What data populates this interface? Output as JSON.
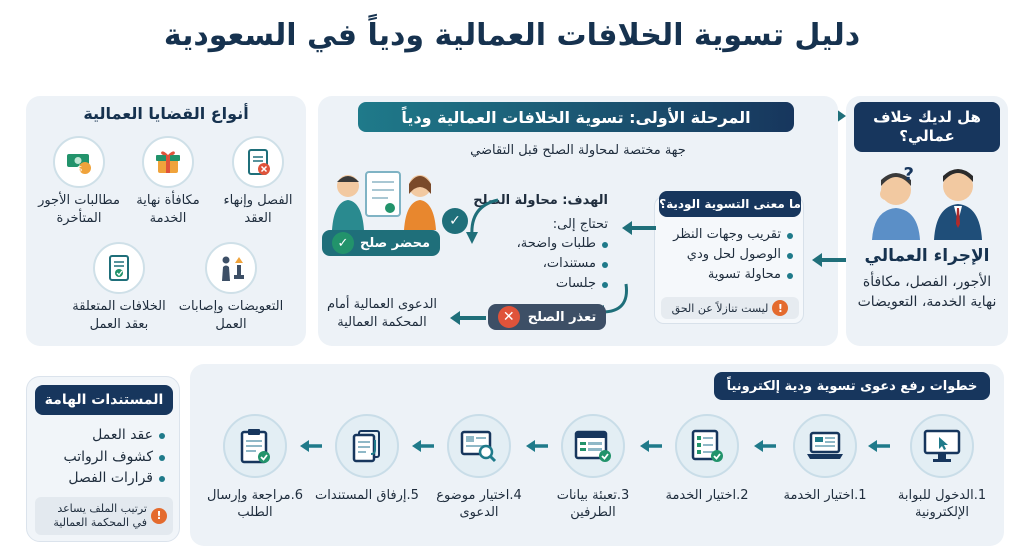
{
  "title": "دليل تسوية الخلافات العمالية ودياً في السعودية",
  "right_panel": {
    "question": "هل لديك خلاف عمالي؟",
    "procedure_title": "الإجراء العمالي",
    "procedure_items": "الأجور، الفصل، مكافأة نهاية الخدمة، التعويضات"
  },
  "middle_panel": {
    "stage_title": "المرحلة الأولى: تسوية الخلافات العمالية ودياً",
    "subtitle": "جهة مختصة لمحاولة الصلح قبل التقاضي",
    "meaning_title": "ما معنى التسوية الودية؟",
    "meaning_items": [
      "تقريب وجهات النظر",
      "الوصول لحل ودي",
      "محاولة تسوية"
    ],
    "meaning_note": "ليست تنازلاً عن الحق",
    "goal": "الهدف: محاولة الصلح",
    "needs_title": "تحتاج إلى:",
    "needs_items": [
      "طلبات واضحة،",
      "مستندات،",
      "جلسات"
    ],
    "settlement_record": "محضر صلح",
    "failed": "تعذر الصلح",
    "lawsuit": "الدعوى العمالية أمام المحكمة العمالية"
  },
  "left_panel": {
    "title": "أنواع القضايا العمالية",
    "items": [
      {
        "label": "الفصل وإنهاء العقد",
        "icon": "document-dismiss-icon"
      },
      {
        "label": "مكافأة نهاية الخدمة",
        "icon": "gift-icon"
      },
      {
        "label": "مطالبات الأجور المتأخرة",
        "icon": "money-icon"
      },
      {
        "label": "التعويضات وإصابات العمل",
        "icon": "injury-icon"
      },
      {
        "label": "الخلافات المتعلقة بعقد العمل",
        "icon": "contract-icon"
      }
    ]
  },
  "steps_panel": {
    "title": "خطوات رفع دعوى تسوية ودية إلكترونياً",
    "steps": [
      {
        "label": "1.الدخول للبوابة الإلكترونية",
        "icon": "monitor-cursor-icon"
      },
      {
        "label": "1.اختيار الخدمة",
        "icon": "laptop-icon"
      },
      {
        "label": "2.اختيار الخدمة",
        "icon": "checklist-icon"
      },
      {
        "label": "3.تعبئة بيانات الطرفين",
        "icon": "form-icon"
      },
      {
        "label": "4.اختيار موضوع الدعوى",
        "icon": "search-document-icon"
      },
      {
        "label": "5.إرفاق المستندات",
        "icon": "attachment-icon"
      },
      {
        "label": "6.مراجعة وإرسال الطلب",
        "icon": "clipboard-check-icon"
      }
    ]
  },
  "documents_panel": {
    "title": "المستندات الهامة",
    "items": [
      "عقد العمل",
      "كشوف الرواتب",
      "قرارات الفصل"
    ],
    "note": "ترتيب الملف يساعد في المحكمة العمالية"
  },
  "colors": {
    "navy": "#17365d",
    "teal": "#1f6f7a",
    "green": "#22936b",
    "red": "#e0533a",
    "orange": "#e46b2e"
  }
}
